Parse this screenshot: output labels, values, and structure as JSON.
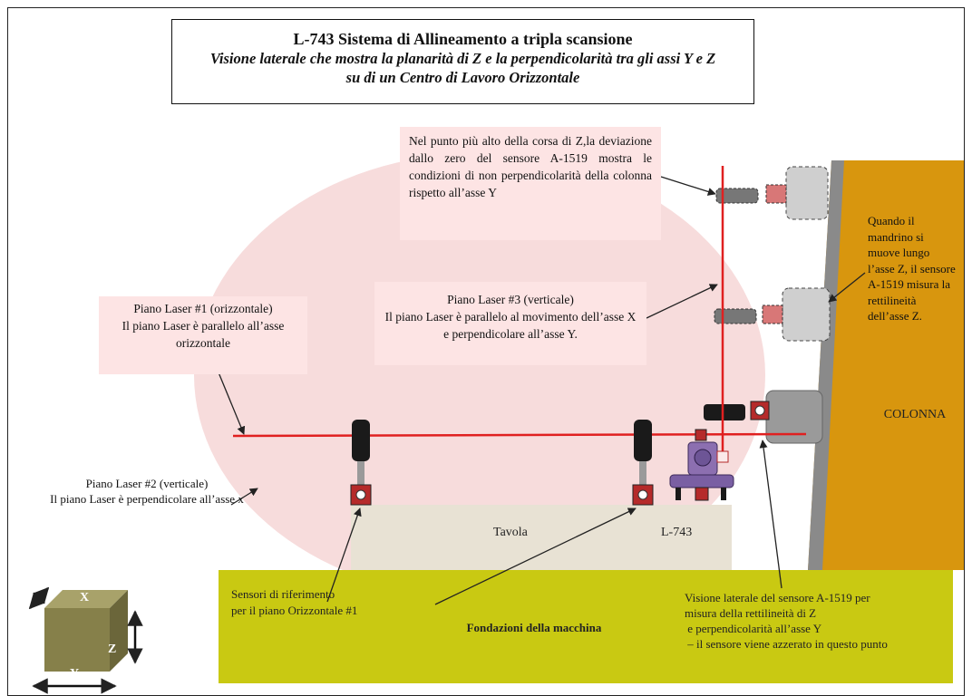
{
  "title": {
    "line1": "L-743 Sistema di Allineamento a tripla scansione",
    "line2": "Visione laterale che mostra la planarità di Z e la perpendicolarità tra gli assi Y e Z",
    "line3": "su di un Centro di Lavoro Orizzontale"
  },
  "notes": {
    "top_sensor": "Nel punto più alto della corsa di Z,la deviazione dallo zero del sensore A-1519 mostra le condizioni di non perpendicolarità della colonna rispetto all’asse Y",
    "laser3_title": "Piano Laser #3 (verticale)",
    "laser3_text": "Il piano Laser è parallelo al movimento dell’asse X e perpendicolare all’asse Y.",
    "laser1_title": "Piano Laser #1 (orizzontale)",
    "laser1_text": "Il piano Laser è parallelo all’asse orizzontale",
    "laser2_title": "Piano Laser #2 (verticale)",
    "laser2_text": "Il piano Laser è perpendicolare all’asse x",
    "mandrino": "Quando il mandrino si muove lungo l’asse Z,  il sensore A-1519 misura la rettilineità dell’asse Z."
  },
  "labels": {
    "colonna": "COLONNA",
    "tavola": "Tavola",
    "l743": "L-743",
    "sensori_line1": "Sensori di riferimento",
    "sensori_line2": "per il piano  Orizzontale #1",
    "fondazioni": "Fondazioni della macchina",
    "visione_line1": "Visione laterale del sensore A-1519 per",
    "visione_line2": "misura della rettilineità di Z",
    "visione_line3": " e perpendicolarità all’asse Y",
    "visione_line4": " – il sensore viene azzerato in questo punto"
  },
  "axes": {
    "x": "X",
    "y": "Y",
    "z": "Z"
  },
  "colors": {
    "ellipse": "#f7dcdc",
    "laser": "#e02020",
    "column": "#d8960e",
    "foundation": "#c9c912",
    "table": "#e8e2d4",
    "sensor": "#b52a2a",
    "cube": "#86804a"
  }
}
